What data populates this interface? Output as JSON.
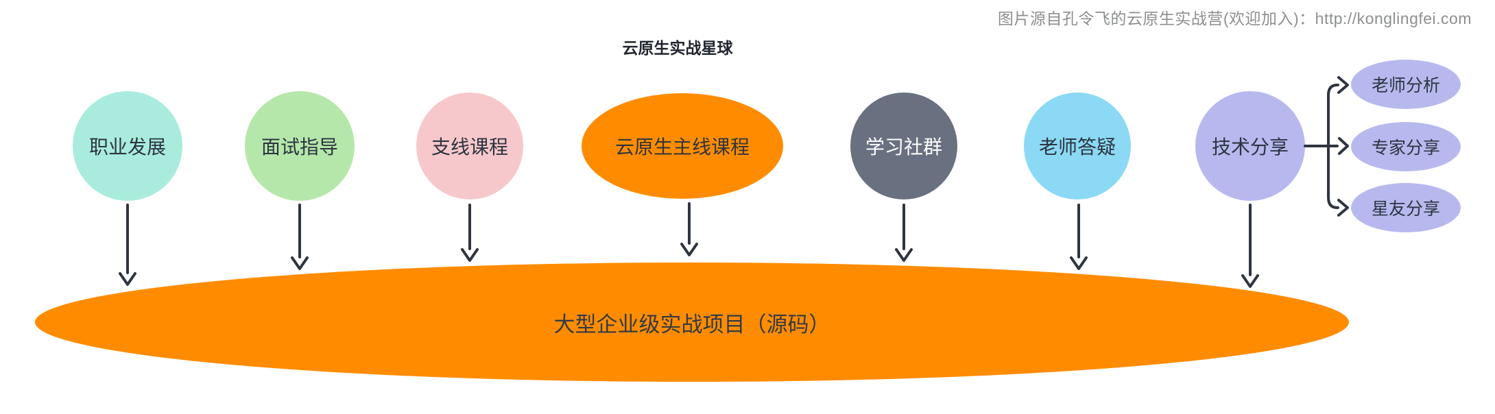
{
  "watermark": "图片源自孔令飞的云原生实战营(欢迎加入)：http://konglingfei.com",
  "title": "云原生实战星球",
  "nodes": [
    {
      "label": "职业发展",
      "color": "#a9ecdd",
      "text_color": "#2c3440"
    },
    {
      "label": "面试指导",
      "color": "#b6e7aa",
      "text_color": "#2c3440"
    },
    {
      "label": "支线课程",
      "color": "#f7c8cb",
      "text_color": "#2c3440"
    },
    {
      "label": "云原生主线课程",
      "color": "#ff8c00",
      "text_color": "#30353a"
    },
    {
      "label": "学习社群",
      "color": "#697180",
      "text_color": "#ffffff"
    },
    {
      "label": "老师答疑",
      "color": "#8bd9f4",
      "text_color": "#2c3440"
    },
    {
      "label": "技术分享",
      "color": "#b7b9ee",
      "text_color": "#2c3440"
    }
  ],
  "branches": [
    {
      "label": "老师分析",
      "color": "#b7b9ee"
    },
    {
      "label": "专家分享",
      "color": "#b7b9ee"
    },
    {
      "label": "星友分享",
      "color": "#b7b9ee"
    }
  ],
  "bottom": {
    "label": "大型企业级实战项目（源码）",
    "color": "#ff8c00"
  },
  "arrow_color": "#2e3540"
}
